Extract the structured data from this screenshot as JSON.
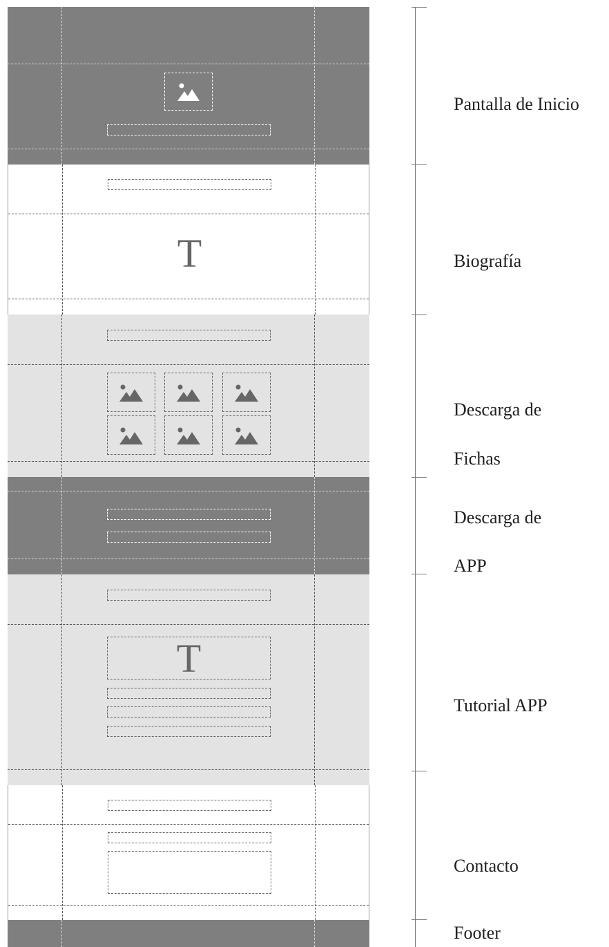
{
  "sections": [
    {
      "key": "inicio",
      "label_lines": [
        "Pantalla de Inicio"
      ]
    },
    {
      "key": "biografia",
      "label_lines": [
        "Biografía"
      ]
    },
    {
      "key": "fichas",
      "label_lines": [
        "Descarga de",
        "Fichas"
      ]
    },
    {
      "key": "app",
      "label_lines": [
        "Descarga de",
        "APP"
      ]
    },
    {
      "key": "tutorial",
      "label_lines": [
        "Tutorial APP"
      ]
    },
    {
      "key": "contacto",
      "label_lines": [
        "Contacto"
      ]
    },
    {
      "key": "footer",
      "label_lines": [
        "Footer"
      ]
    }
  ],
  "glyphs": {
    "text_placeholder": "T"
  },
  "icons": {
    "image_placeholder": "image-icon"
  },
  "colors": {
    "dark": "#7f7f7f",
    "light": "#e3e3e3",
    "white": "#ffffff",
    "icon": "#666666"
  }
}
